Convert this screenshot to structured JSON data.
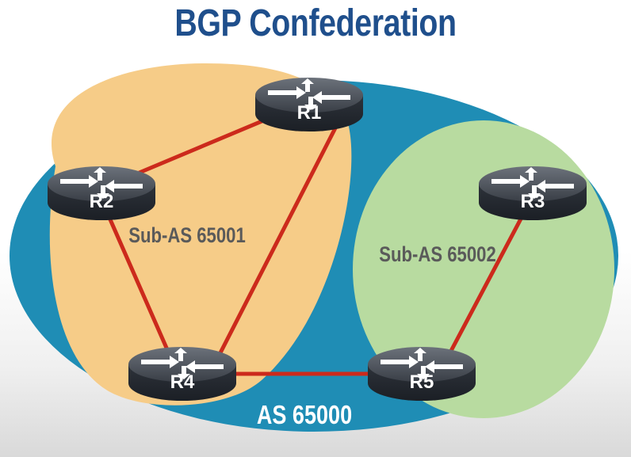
{
  "title": "BGP Confederation",
  "as_label": "AS 65000",
  "sub_as_1_label": "Sub-AS 65001",
  "sub_as_2_label": "Sub-AS 65002",
  "routers": {
    "r1": "R1",
    "r2": "R2",
    "r3": "R3",
    "r4": "R4",
    "r5": "R5"
  },
  "colors": {
    "title": "#1f4f8c",
    "as_region": "#1f8db5",
    "sub_as_1_region": "#f6cc88",
    "sub_as_2_region": "#b8dba0",
    "link": "#cc2a1c",
    "router_body": "#2b3038"
  },
  "links": [
    [
      "R1",
      "R2"
    ],
    [
      "R1",
      "R4"
    ],
    [
      "R2",
      "R4"
    ],
    [
      "R4",
      "R5"
    ],
    [
      "R3",
      "R5"
    ]
  ]
}
